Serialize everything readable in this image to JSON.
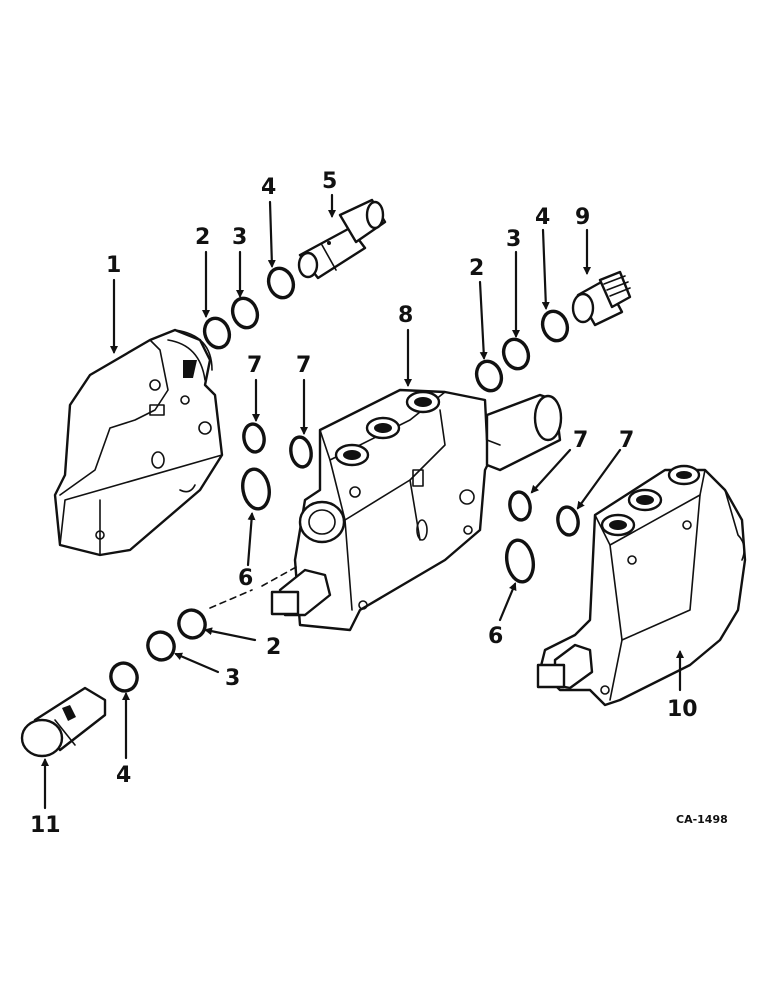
{
  "diagram": {
    "reference_code": "CA-1498",
    "callouts": {
      "c1": "1",
      "c2a": "2",
      "c3a": "3",
      "c4a": "4",
      "c5": "5",
      "c7a": "7",
      "c7b": "7",
      "c6a": "6",
      "c8": "8",
      "c2b": "2",
      "c3b": "3",
      "c4b": "4",
      "c9": "9",
      "c7c": "7",
      "c7d": "7",
      "c6b": "6",
      "c2c": "2",
      "c3c": "3",
      "c4c": "4",
      "c10": "10",
      "c11": "11"
    }
  }
}
